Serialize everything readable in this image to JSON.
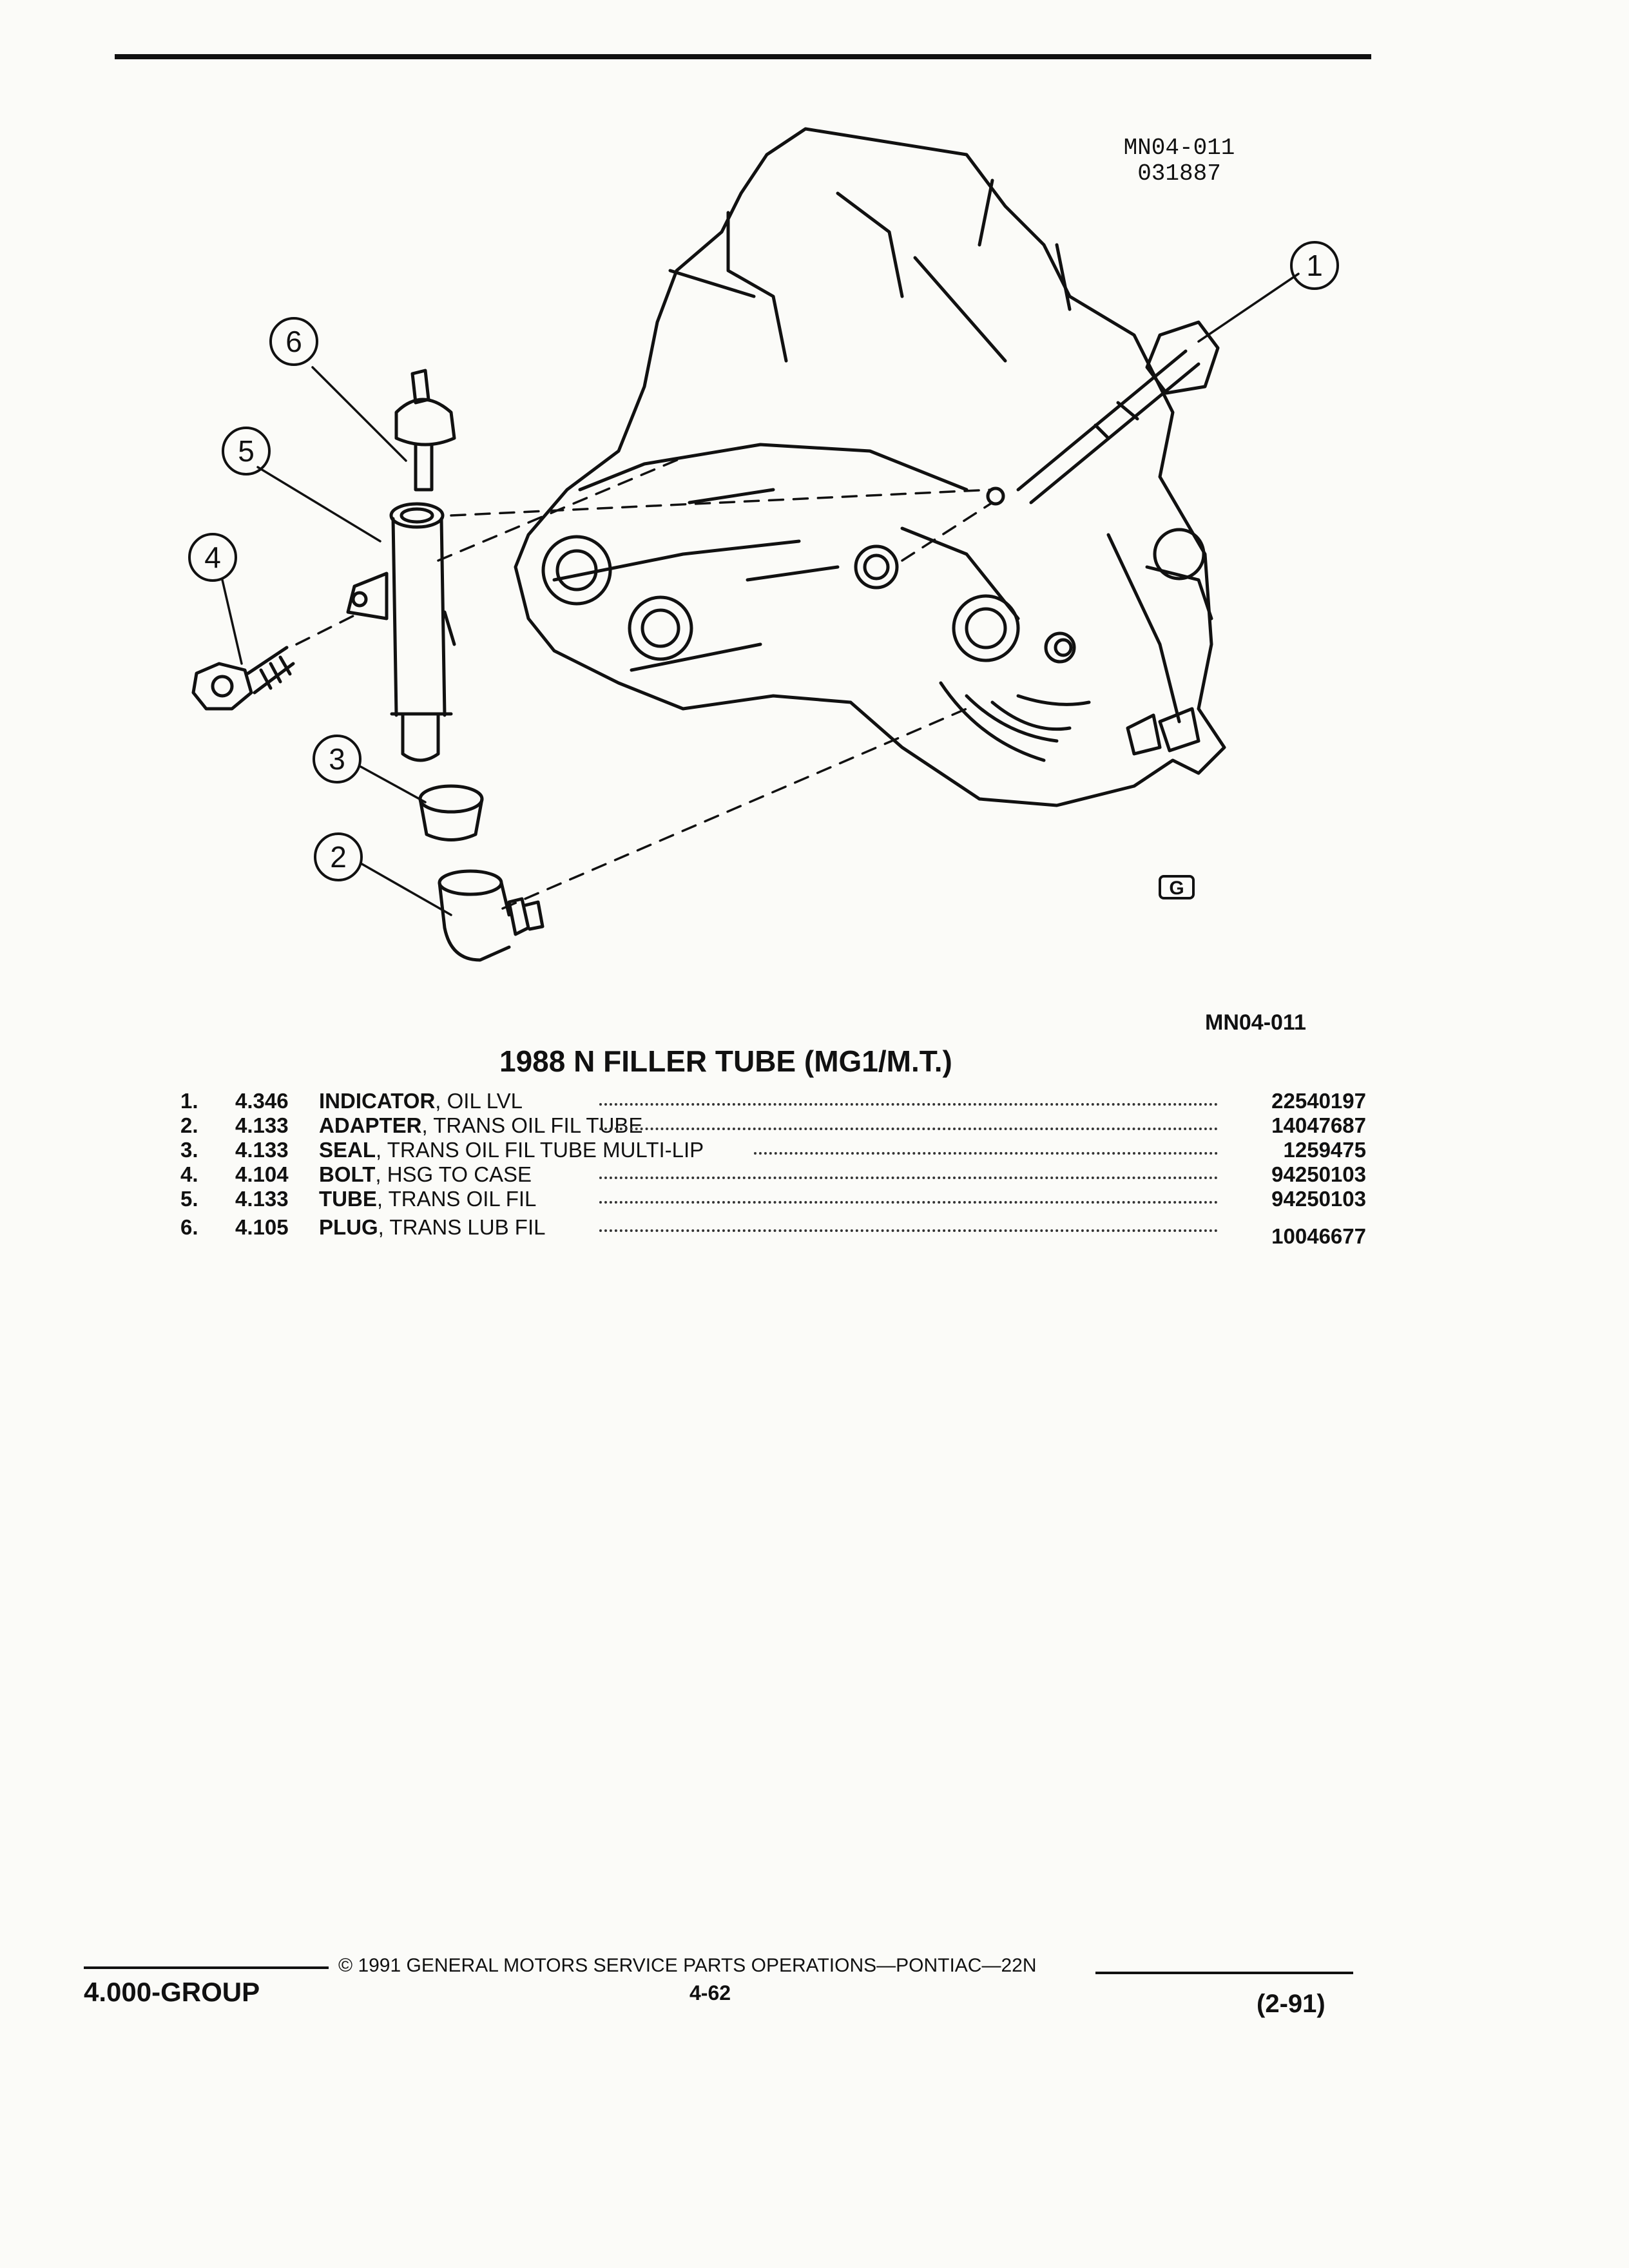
{
  "figure": {
    "code": "MN04-011",
    "date_code": "031887",
    "caption_code": "MN04-011",
    "logo_mark": "G",
    "callouts": [
      "1",
      "2",
      "3",
      "4",
      "5",
      "6"
    ]
  },
  "title": "1988 N FILLER TUBE (MG1/M.T.)",
  "parts": [
    {
      "num": "1.",
      "code": "4.346",
      "name": "INDICATOR",
      "desc": ", OIL LVL",
      "part_no": "22540197"
    },
    {
      "num": "2.",
      "code": "4.133",
      "name": "ADAPTER",
      "desc": ", TRANS OIL FIL TUBE",
      "part_no": "14047687"
    },
    {
      "num": "3.",
      "code": "4.133",
      "name": "SEAL",
      "desc": ", TRANS OIL FIL TUBE MULTI-LIP",
      "part_no": "1259475"
    },
    {
      "num": "4.",
      "code": "4.104",
      "name": "BOLT",
      "desc": ", HSG TO CASE",
      "part_no": "94250103"
    },
    {
      "num": "5.",
      "code": "4.133",
      "name": "TUBE",
      "desc": ", TRANS OIL FIL",
      "part_no": "94250103"
    },
    {
      "num": "6.",
      "code": "4.105",
      "name": "PLUG",
      "desc": ", TRANS LUB FIL",
      "part_no": "10046677"
    }
  ],
  "footer": {
    "group": "4.000-GROUP",
    "copyright": "© 1991 GENERAL MOTORS SERVICE PARTS OPERATIONS—PONTIAC—22N",
    "page": "4-62",
    "date": "(2-91)"
  },
  "colors": {
    "ink": "#111111",
    "paper": "#fbfbf8"
  }
}
